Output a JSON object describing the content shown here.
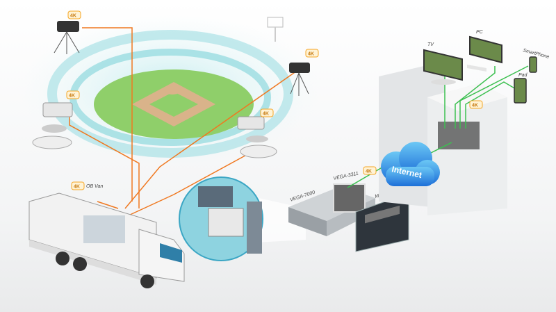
{
  "badge_text": "4K",
  "labels": {
    "ob_van": "OB Van",
    "vega7000": "VEGA-7000",
    "vega3311": "VEGA-3311",
    "mediaflow": "MediaFlow",
    "internet": "Internet",
    "tv": "TV",
    "pc": "PC",
    "smartphone": "SmartPhone",
    "pad": "Pad"
  },
  "colors": {
    "camera_link": "#f07820",
    "internet_link": "#3cc050",
    "stadium": "#7fd3d8",
    "field": "#8fcf6a",
    "cloud": "#3aa6e8",
    "badge": "#f5a623"
  }
}
